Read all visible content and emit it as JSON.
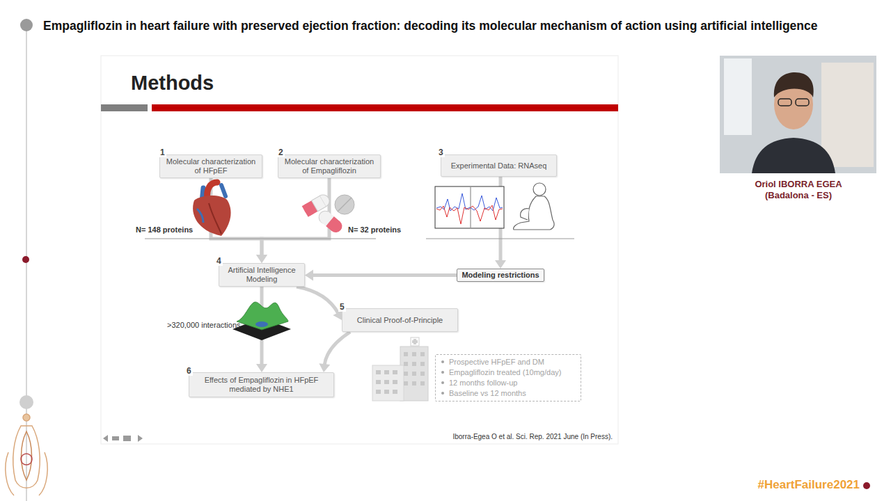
{
  "diagram": {
    "title": "Empagliflozin in heart failure with preserved ejection fraction: decoding its molecular mechanism of action using artificial intelligence",
    "nodes": [
      {
        "text": [
          "Molecular characterization of HFpEF"
        ]
      },
      {
        "text": [
          "Molecular characterization of Empagliflozin"
        ]
      },
      {
        "text": [
          "Experimental Data: RNAseq"
        ]
      },
      {
        "text": [
          "Artificial Intelligence Modeling"
        ]
      },
      {
        "text": [
          "Modeling restrictions"
        ]
      },
      {
        "text": [
          "Clinical Proof-of-Principle"
        ]
      },
      {
        "text": [
          "Effects of Empagliflozin in HFpEF mediated by NHE1"
        ]
      },
      {
        "text": [
          "Prospective HFpEF and DM",
          "Empagliflozin treated (10mg/day)",
          "12 months follow-up",
          "Baseline vs 12 months"
        ]
      }
    ],
    "edges": [
      {
        "from": 0,
        "to": 3,
        "arrow": "to"
      },
      {
        "from": 1,
        "to": 3,
        "arrow": "to"
      },
      {
        "from": 2,
        "to": 4,
        "arrow": "to"
      },
      {
        "from": 4,
        "to": 3,
        "arrow": "to"
      },
      {
        "from": 3,
        "to": 5,
        "arrow": "to"
      },
      {
        "from": 3,
        "to": 6,
        "arrow": "to"
      },
      {
        "from": 5,
        "to": 6,
        "arrow": "to"
      }
    ],
    "labels": [
      "Methods",
      "1",
      "2",
      "3",
      "N= 148 proteins",
      "N= 32 proteins",
      "4",
      ">320,000 interactions",
      "5",
      "6",
      "Iborra-Egea O et al. Sci. Rep. 2021 June (In Press).",
      "Oriol IBORRA EGEA",
      "(Badalona - ES)",
      "#HeartFailure2021"
    ]
  }
}
